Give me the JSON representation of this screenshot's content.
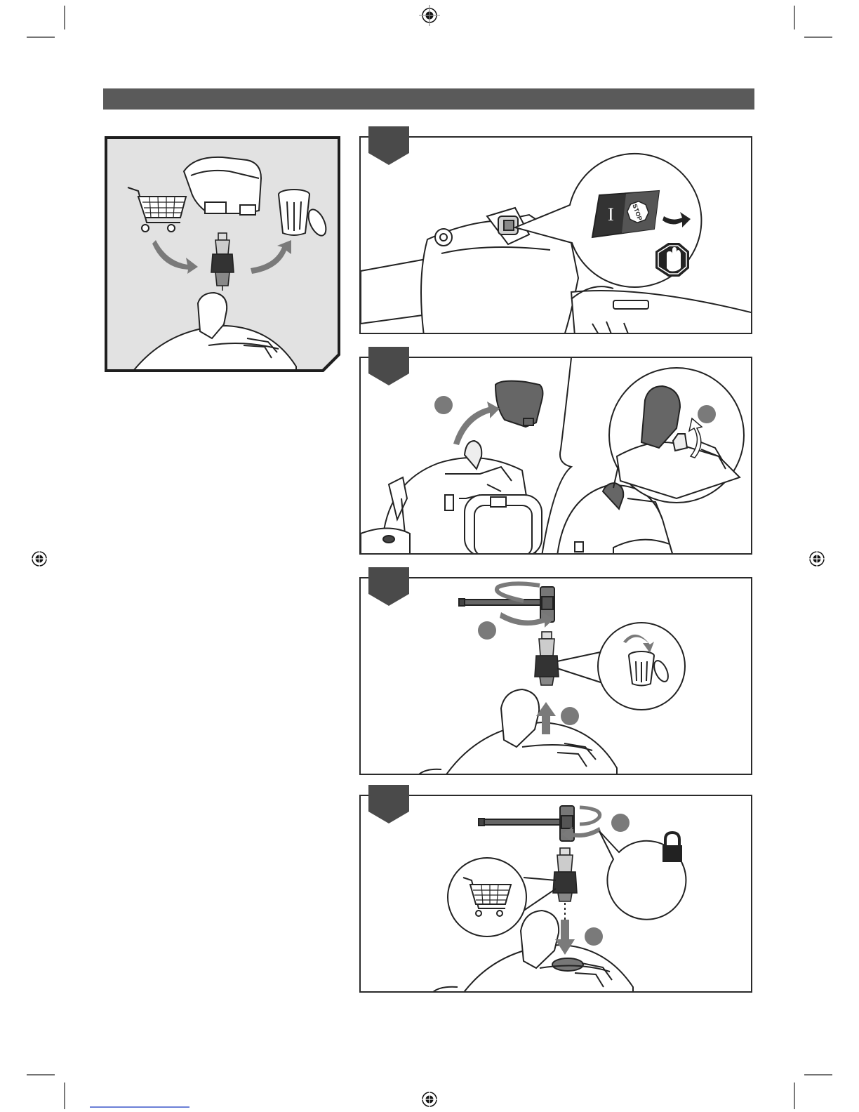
{
  "page": {
    "header_bar_color": "#5a5a5a",
    "accent_dark": "#4a4a4a",
    "accent_medium": "#7a7a7a",
    "accent_light": "#dedede"
  },
  "overview": {
    "icons": [
      "shopping-cart-icon",
      "spark-plug-icon",
      "trash-can-icon",
      "spark-plug-boot-icon"
    ]
  },
  "steps": [
    {
      "id": 1,
      "icons": [
        "stop-switch-icon",
        "stop-hand-icon"
      ],
      "switch_labels": [
        "I",
        "STOP"
      ]
    },
    {
      "id": 2,
      "icons": [
        "spark-plug-boot-icon"
      ]
    },
    {
      "id": 3,
      "icons": [
        "spark-plug-wrench-icon",
        "trash-can-icon"
      ]
    },
    {
      "id": 4,
      "icons": [
        "spark-plug-wrench-icon",
        "shopping-cart-icon",
        "lock-icon"
      ]
    }
  ]
}
